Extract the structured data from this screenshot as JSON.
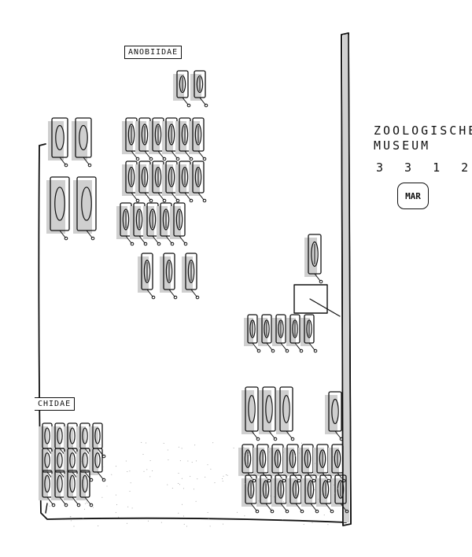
{
  "museum": {
    "name_line1": "ZOOLOGISCHES",
    "name_line2": "MUSEUM",
    "number": "3 3 1 2"
  },
  "labels": {
    "family_top": "ANOBIIDAE",
    "family_left": "CHIDAE"
  },
  "signature": "MAR",
  "colors": {
    "ink": "#111111",
    "wash": "#cfcfcf",
    "paper": "#ffffff"
  }
}
